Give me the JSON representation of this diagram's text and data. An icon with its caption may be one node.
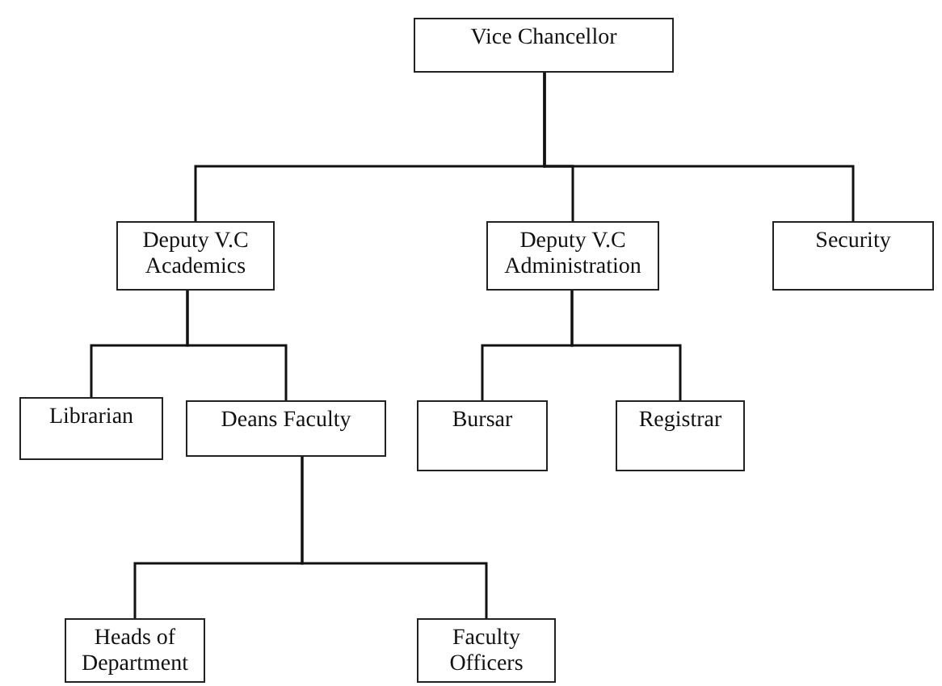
{
  "diagram": {
    "nodes": [
      {
        "text": [
          "Vice Chancellor"
        ]
      },
      {
        "text": [
          "Deputy  V.C Academics"
        ]
      },
      {
        "text": [
          "Deputy  V.C Administration"
        ]
      },
      {
        "text": [
          "Security"
        ]
      },
      {
        "text": [
          "Librarian"
        ]
      },
      {
        "text": [
          "Deans Faculty"
        ]
      },
      {
        "text": [
          "Bursar"
        ]
      },
      {
        "text": [
          "Registrar"
        ]
      },
      {
        "text": [
          "Heads of Department"
        ]
      },
      {
        "text": [
          "Faculty Officers"
        ]
      }
    ],
    "edges": [
      {
        "from": 0,
        "to": 1,
        "arrow": "none"
      },
      {
        "from": 0,
        "to": 2,
        "arrow": "none"
      },
      {
        "from": 0,
        "to": 3,
        "arrow": "none"
      },
      {
        "from": 1,
        "to": 4,
        "arrow": "none"
      },
      {
        "from": 1,
        "to": 5,
        "arrow": "none"
      },
      {
        "from": 2,
        "to": 6,
        "arrow": "none"
      },
      {
        "from": 2,
        "to": 7,
        "arrow": "none"
      },
      {
        "from": 5,
        "to": 8,
        "arrow": "none"
      },
      {
        "from": 5,
        "to": 9,
        "arrow": "none"
      }
    ]
  }
}
